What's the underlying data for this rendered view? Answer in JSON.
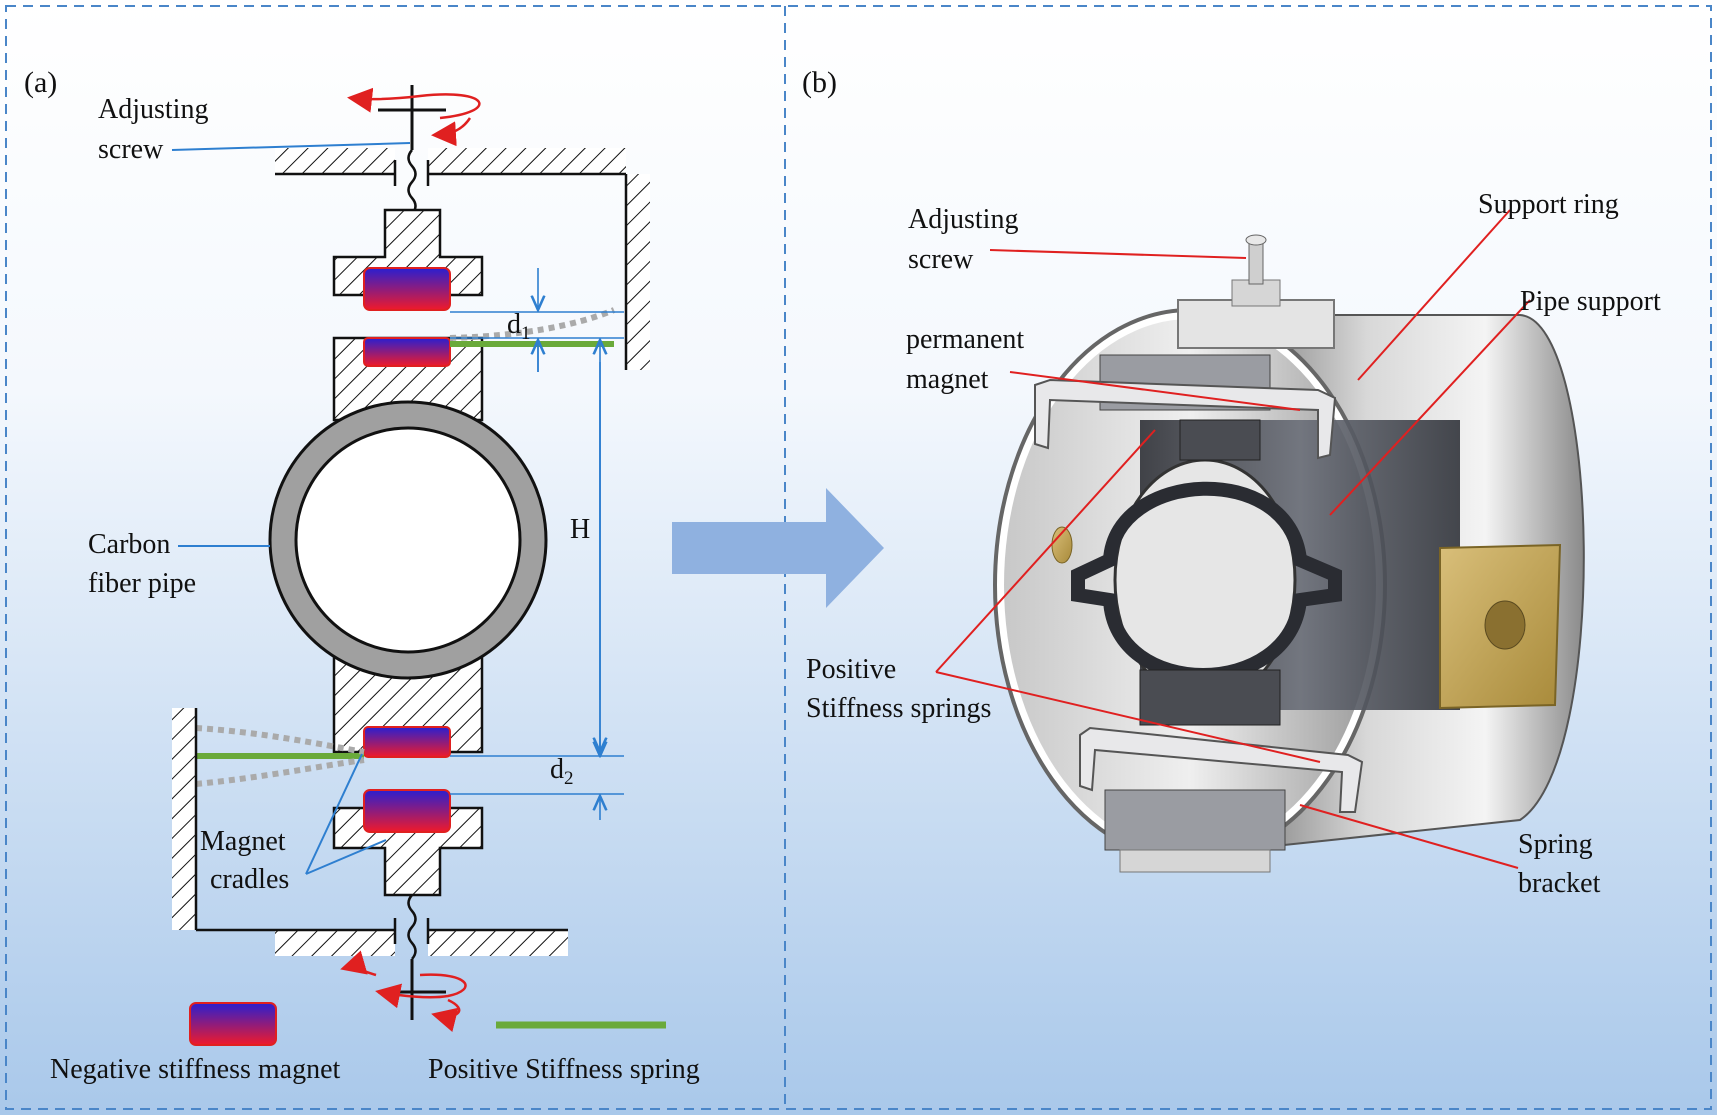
{
  "colors": {
    "leader_blue": "#2e7fd0",
    "leader_red": "#e02020",
    "spring_green": "#6aaa3a",
    "arrow_fill": "#8fb1e0",
    "magnet_top": "#2a1fd0",
    "magnet_bottom": "#f01a2a",
    "pipe_gray": "#a0a0a0",
    "border_dash": "#4a86c8"
  },
  "panel_a": {
    "panel_label": "(a)",
    "adjusting_screw": [
      "Adjusting",
      "screw"
    ],
    "carbon_fiber_pipe": [
      "Carbon",
      "fiber pipe"
    ],
    "magnet_cradles": [
      "Magnet",
      "cradles"
    ],
    "dim_d1_base": "d",
    "dim_d1_sub": "1",
    "dim_d2_base": "d",
    "dim_d2_sub": "2",
    "dim_h": "H",
    "legend_magnet": "Negative stiffness magnet",
    "legend_spring": "Positive Stiffness spring"
  },
  "panel_b": {
    "panel_label": "(b)",
    "adjusting_screw": [
      "Adjusting",
      "screw"
    ],
    "support_ring": "Support ring",
    "pipe_support": "Pipe support",
    "permanent_magnet": [
      "permanent",
      "magnet"
    ],
    "positive_springs": [
      "Positive",
      "Stiffness springs"
    ],
    "spring_bracket": [
      "Spring",
      "bracket"
    ]
  }
}
